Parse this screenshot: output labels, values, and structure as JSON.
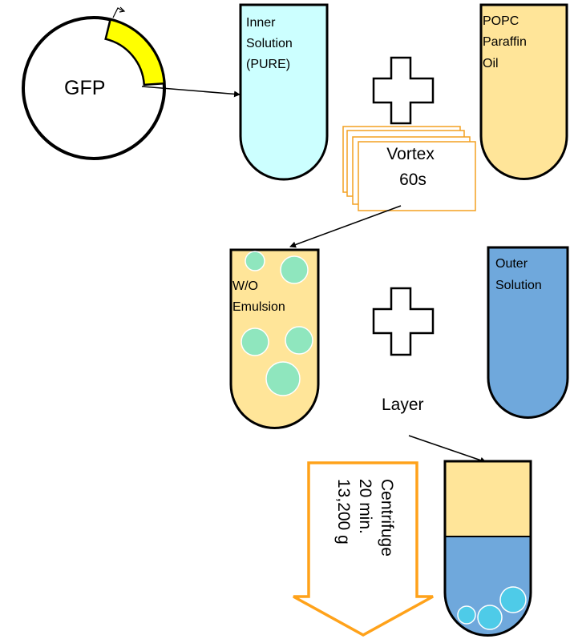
{
  "plasmid": {
    "label": "GFP",
    "insert_color": "#ffff00"
  },
  "tubes": {
    "inner": {
      "lines": [
        "Inner",
        "Solution",
        "(PURE)"
      ],
      "color": "#ccffff"
    },
    "lipid": {
      "lines": [
        "POPC",
        "Paraffin",
        "Oil"
      ],
      "color": "#ffe599"
    },
    "emulsion": {
      "lines": [
        "W/O",
        "Emulsion"
      ],
      "color": "#ffe599",
      "droplet_color": "#8fe6be"
    },
    "outer": {
      "lines": [
        "Outer",
        "Solution"
      ],
      "color": "#6fa8dc"
    },
    "final": {
      "top_color": "#ffe599",
      "bottom_color": "#6fa8dc",
      "vesicle_color": "#4ecbe8"
    }
  },
  "steps": {
    "vortex": {
      "lines": [
        "Vortex",
        "60s"
      ],
      "box_color": "#f4a020"
    },
    "layer": {
      "label": "Layer"
    },
    "centrifuge": {
      "lines": [
        "Centrifuge",
        "20 min.",
        "13,200 g"
      ],
      "arrow_color": "#ffa21a"
    }
  },
  "colors": {
    "stroke": "#000000"
  }
}
